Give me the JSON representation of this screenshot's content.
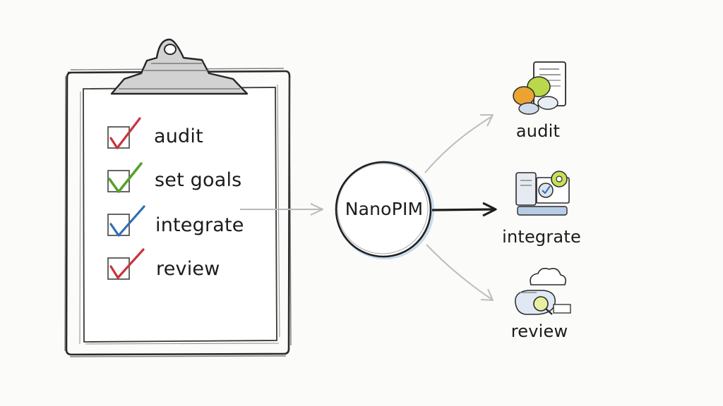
{
  "checklist": {
    "items": [
      {
        "label": "audit",
        "check_color": "#c9343d"
      },
      {
        "label": "set goals",
        "check_color": "#55a12c"
      },
      {
        "label": "integrate",
        "check_color": "#2f6fb0"
      },
      {
        "label": "review",
        "check_color": "#c9343d"
      }
    ]
  },
  "hub": {
    "label": "NanoPIM"
  },
  "outputs": [
    {
      "label": "audit",
      "icon": "document-chat-icon"
    },
    {
      "label": "integrate",
      "icon": "devices-gear-icon"
    },
    {
      "label": "review",
      "icon": "cloud-magnifier-icon"
    }
  ],
  "colors": {
    "sketch": "#2a2a2a",
    "pencil_gray": "#8a8a8a",
    "accent_blue": "#7fa6cf",
    "accent_orange": "#e9a23b",
    "accent_green": "#9cc83e"
  }
}
